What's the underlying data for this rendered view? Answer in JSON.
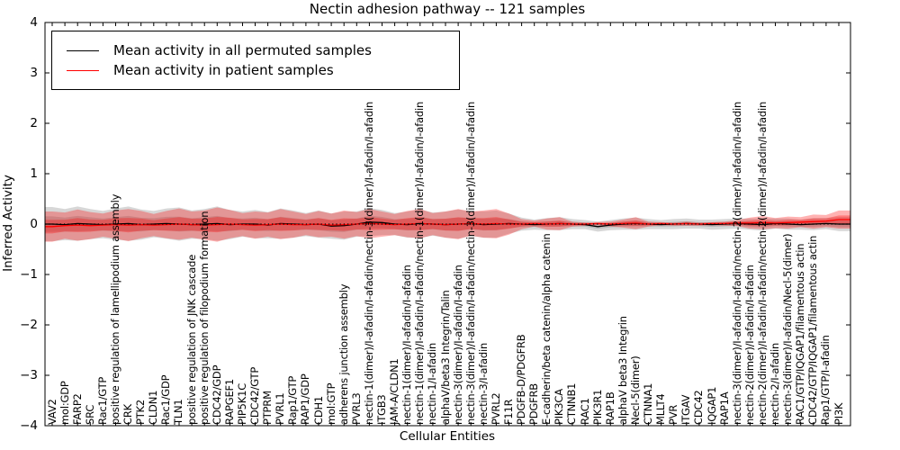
{
  "figure": {
    "title": "Nectin adhesion pathway -- 121 samples",
    "xlabel": "Cellular Entities",
    "ylabel": "Inferred Activity"
  },
  "legend": {
    "entries": [
      {
        "label": "Mean activity in all permuted samples",
        "color": "#000000"
      },
      {
        "label": "Mean activity in patient samples",
        "color": "#ff0000"
      }
    ]
  },
  "chart_data": {
    "type": "line",
    "title": "Nectin adhesion pathway -- 121 samples",
    "xlabel": "Cellular Entities",
    "ylabel": "Inferred Activity",
    "ylim": [
      -4,
      4
    ],
    "grid": false,
    "legend_position": "upper left",
    "yticks": [
      {
        "label": "4",
        "value": 4
      },
      {
        "label": "3",
        "value": 3
      },
      {
        "label": "2",
        "value": 2
      },
      {
        "label": "1",
        "value": 1
      },
      {
        "label": "0",
        "value": 0
      },
      {
        "label": "−1",
        "value": -1
      },
      {
        "label": "−2",
        "value": -2
      },
      {
        "label": "−3",
        "value": -3
      },
      {
        "label": "−4",
        "value": -4
      }
    ],
    "x_categories": [
      "VAV2",
      "mol:GDP",
      "FARP2",
      "SRC",
      "Rac1/GTP",
      "positive regulation of lamellipodium assembly",
      "CRK",
      "PTK2",
      "CLDN1",
      "Rac1/GDP",
      "TLN1",
      "positive regulation of JNK cascade",
      "positive regulation of filopodium formation",
      "CDC42/GDP",
      "RAPGEF1",
      "PIP5K1C",
      "CDC42/GTP",
      "PTPRM",
      "PVRL1",
      "Rap1/GTP",
      "RAP1/GDP",
      "CDH1",
      "mol:GTP",
      "adherens junction assembly",
      "PVRL3",
      "nectin-1(dimer)/I-afadin/I-afadin/nectin-3(dimer)/I-afadin/I-afadin",
      "ITGB3",
      "JAM-A/CLDN1",
      "nectin-1(dimer)/I-afadin/I-afadin",
      "nectin-1(dimer)/I-afadin/I-afadin/nectin-1(dimer)/I-afadin/I-afadin",
      "nectin-1/I-afadin",
      "alphaV/beta3 Integrin/Talin",
      "nectin-3(dimer)/I-afadin/I-afadin",
      "nectin-3(dimer)/I-afadin/I-afadin/nectin-3(dimer)/I-afadin/I-afadin",
      "nectin-3/I-afadin",
      "PVRL2",
      "F11R",
      "PDGFB-D/PDGFRB",
      "PDGFRB",
      "E-cadherin/beta catenin/alpha catenin",
      "PIK3CA",
      "CTNNB1",
      "RAC1",
      "PIK3R1",
      "RAP1B",
      "alphaV beta3 Integrin",
      "Necl-5(dimer)",
      "CTNNA1",
      "MLLT4",
      "PVR",
      "ITGAV",
      "CDC42",
      "IQGAP1",
      "RAP1A",
      "nectin-3(dimer)/I-afadin/I-afadin/nectin-2(dimer)/I-afadin/I-afadin",
      "nectin-2(dimer)/I-afadin/I-afadin",
      "nectin-2(dimer)/I-afadin/I-afadin/nectin-2(dimer)/I-afadin/I-afadin",
      "nectin-2/I-afadin",
      "nectin-3(dimer)/I-afadin/Necl-5(dimer)",
      "RAC1/GTP/IQGAP1/filamentous actin",
      "CDC42/GTP/IQGAP1/filamentous actin",
      "Rap1/GTP/I-afadin",
      "PI3K"
    ],
    "reference_line": {
      "y": 0,
      "style": "dotted",
      "color": "#000000"
    },
    "bands": [
      {
        "name": "permuted samples range",
        "color": "rgba(110,110,110,0.28)",
        "layers": [
          1,
          0.45
        ],
        "center_series": "Mean activity in all permuted samples",
        "half_widths": [
          0.34,
          0.31,
          0.34,
          0.3,
          0.27,
          0.31,
          0.34,
          0.3,
          0.26,
          0.3,
          0.33,
          0.28,
          0.3,
          0.34,
          0.29,
          0.25,
          0.28,
          0.26,
          0.3,
          0.27,
          0.23,
          0.27,
          0.25,
          0.28,
          0.25,
          0.28,
          0.25,
          0.22,
          0.26,
          0.28,
          0.23,
          0.26,
          0.29,
          0.24,
          0.26,
          0.27,
          0.2,
          0.13,
          0.1,
          0.12,
          0.13,
          0.1,
          0.09,
          0.1,
          0.1,
          0.11,
          0.12,
          0.1,
          0.09,
          0.1,
          0.1,
          0.09,
          0.1,
          0.1,
          0.1,
          0.11,
          0.12,
          0.1,
          0.11,
          0.1,
          0.12,
          0.11,
          0.14
        ]
      },
      {
        "name": "patient samples range",
        "color": "rgba(255,0,0,0.30)",
        "layers": [
          1,
          0.45
        ],
        "center_series": "Mean activity in patient samples",
        "half_widths": [
          0.3,
          0.26,
          0.31,
          0.27,
          0.23,
          0.28,
          0.32,
          0.27,
          0.22,
          0.27,
          0.31,
          0.26,
          0.29,
          0.34,
          0.28,
          0.23,
          0.27,
          0.24,
          0.3,
          0.26,
          0.21,
          0.26,
          0.23,
          0.28,
          0.24,
          0.29,
          0.25,
          0.21,
          0.26,
          0.29,
          0.22,
          0.26,
          0.3,
          0.24,
          0.27,
          0.29,
          0.21,
          0.1,
          0.06,
          0.11,
          0.13,
          0.05,
          0.03,
          0.03,
          0.05,
          0.08,
          0.12,
          0.05,
          0.03,
          0.03,
          0.04,
          0.03,
          0.03,
          0.04,
          0.06,
          0.11,
          0.13,
          0.1,
          0.12,
          0.1,
          0.14,
          0.12,
          0.18
        ]
      }
    ],
    "series": [
      {
        "name": "Mean activity in all permuted samples",
        "color": "#000000",
        "style": "solid",
        "values": [
          0.0,
          -0.01,
          0.01,
          0.0,
          -0.01,
          0.0,
          0.01,
          -0.01,
          0.0,
          0.01,
          0.0,
          -0.01,
          0.0,
          0.01,
          -0.01,
          0.0,
          0.0,
          -0.02,
          0.01,
          0.0,
          -0.01,
          0.0,
          -0.04,
          -0.03,
          0.0,
          0.04,
          0.03,
          0.0,
          -0.01,
          0.01,
          0.0,
          -0.01,
          0.0,
          0.01,
          -0.01,
          0.0,
          0.01,
          0.0,
          -0.01,
          0.0,
          0.01,
          0.0,
          -0.01,
          -0.05,
          -0.02,
          0.0,
          0.01,
          0.0,
          -0.01,
          0.0,
          0.01,
          0.0,
          -0.01,
          0.0,
          0.01,
          0.0,
          -0.01,
          0.01,
          0.0,
          -0.01,
          0.0,
          0.01,
          0.0
        ]
      },
      {
        "name": "Mean activity in patient samples",
        "color": "#ff0000",
        "style": "solid",
        "values": [
          -0.05,
          -0.03,
          -0.02,
          -0.03,
          -0.02,
          -0.01,
          -0.02,
          -0.01,
          -0.02,
          -0.01,
          0.0,
          -0.01,
          -0.02,
          -0.01,
          0.0,
          -0.01,
          -0.02,
          -0.01,
          0.0,
          -0.01,
          -0.01,
          0.0,
          -0.02,
          -0.01,
          0.0,
          0.01,
          0.0,
          -0.01,
          0.0,
          0.01,
          0.0,
          -0.01,
          0.0,
          0.01,
          0.0,
          0.01,
          0.0,
          0.0,
          0.01,
          0.0,
          0.01,
          0.0,
          0.0,
          0.01,
          0.0,
          0.01,
          0.02,
          0.0,
          0.01,
          0.0,
          0.01,
          0.0,
          0.01,
          0.01,
          0.02,
          0.02,
          0.03,
          0.02,
          0.03,
          0.04,
          0.05,
          0.06,
          0.09
        ]
      }
    ]
  }
}
